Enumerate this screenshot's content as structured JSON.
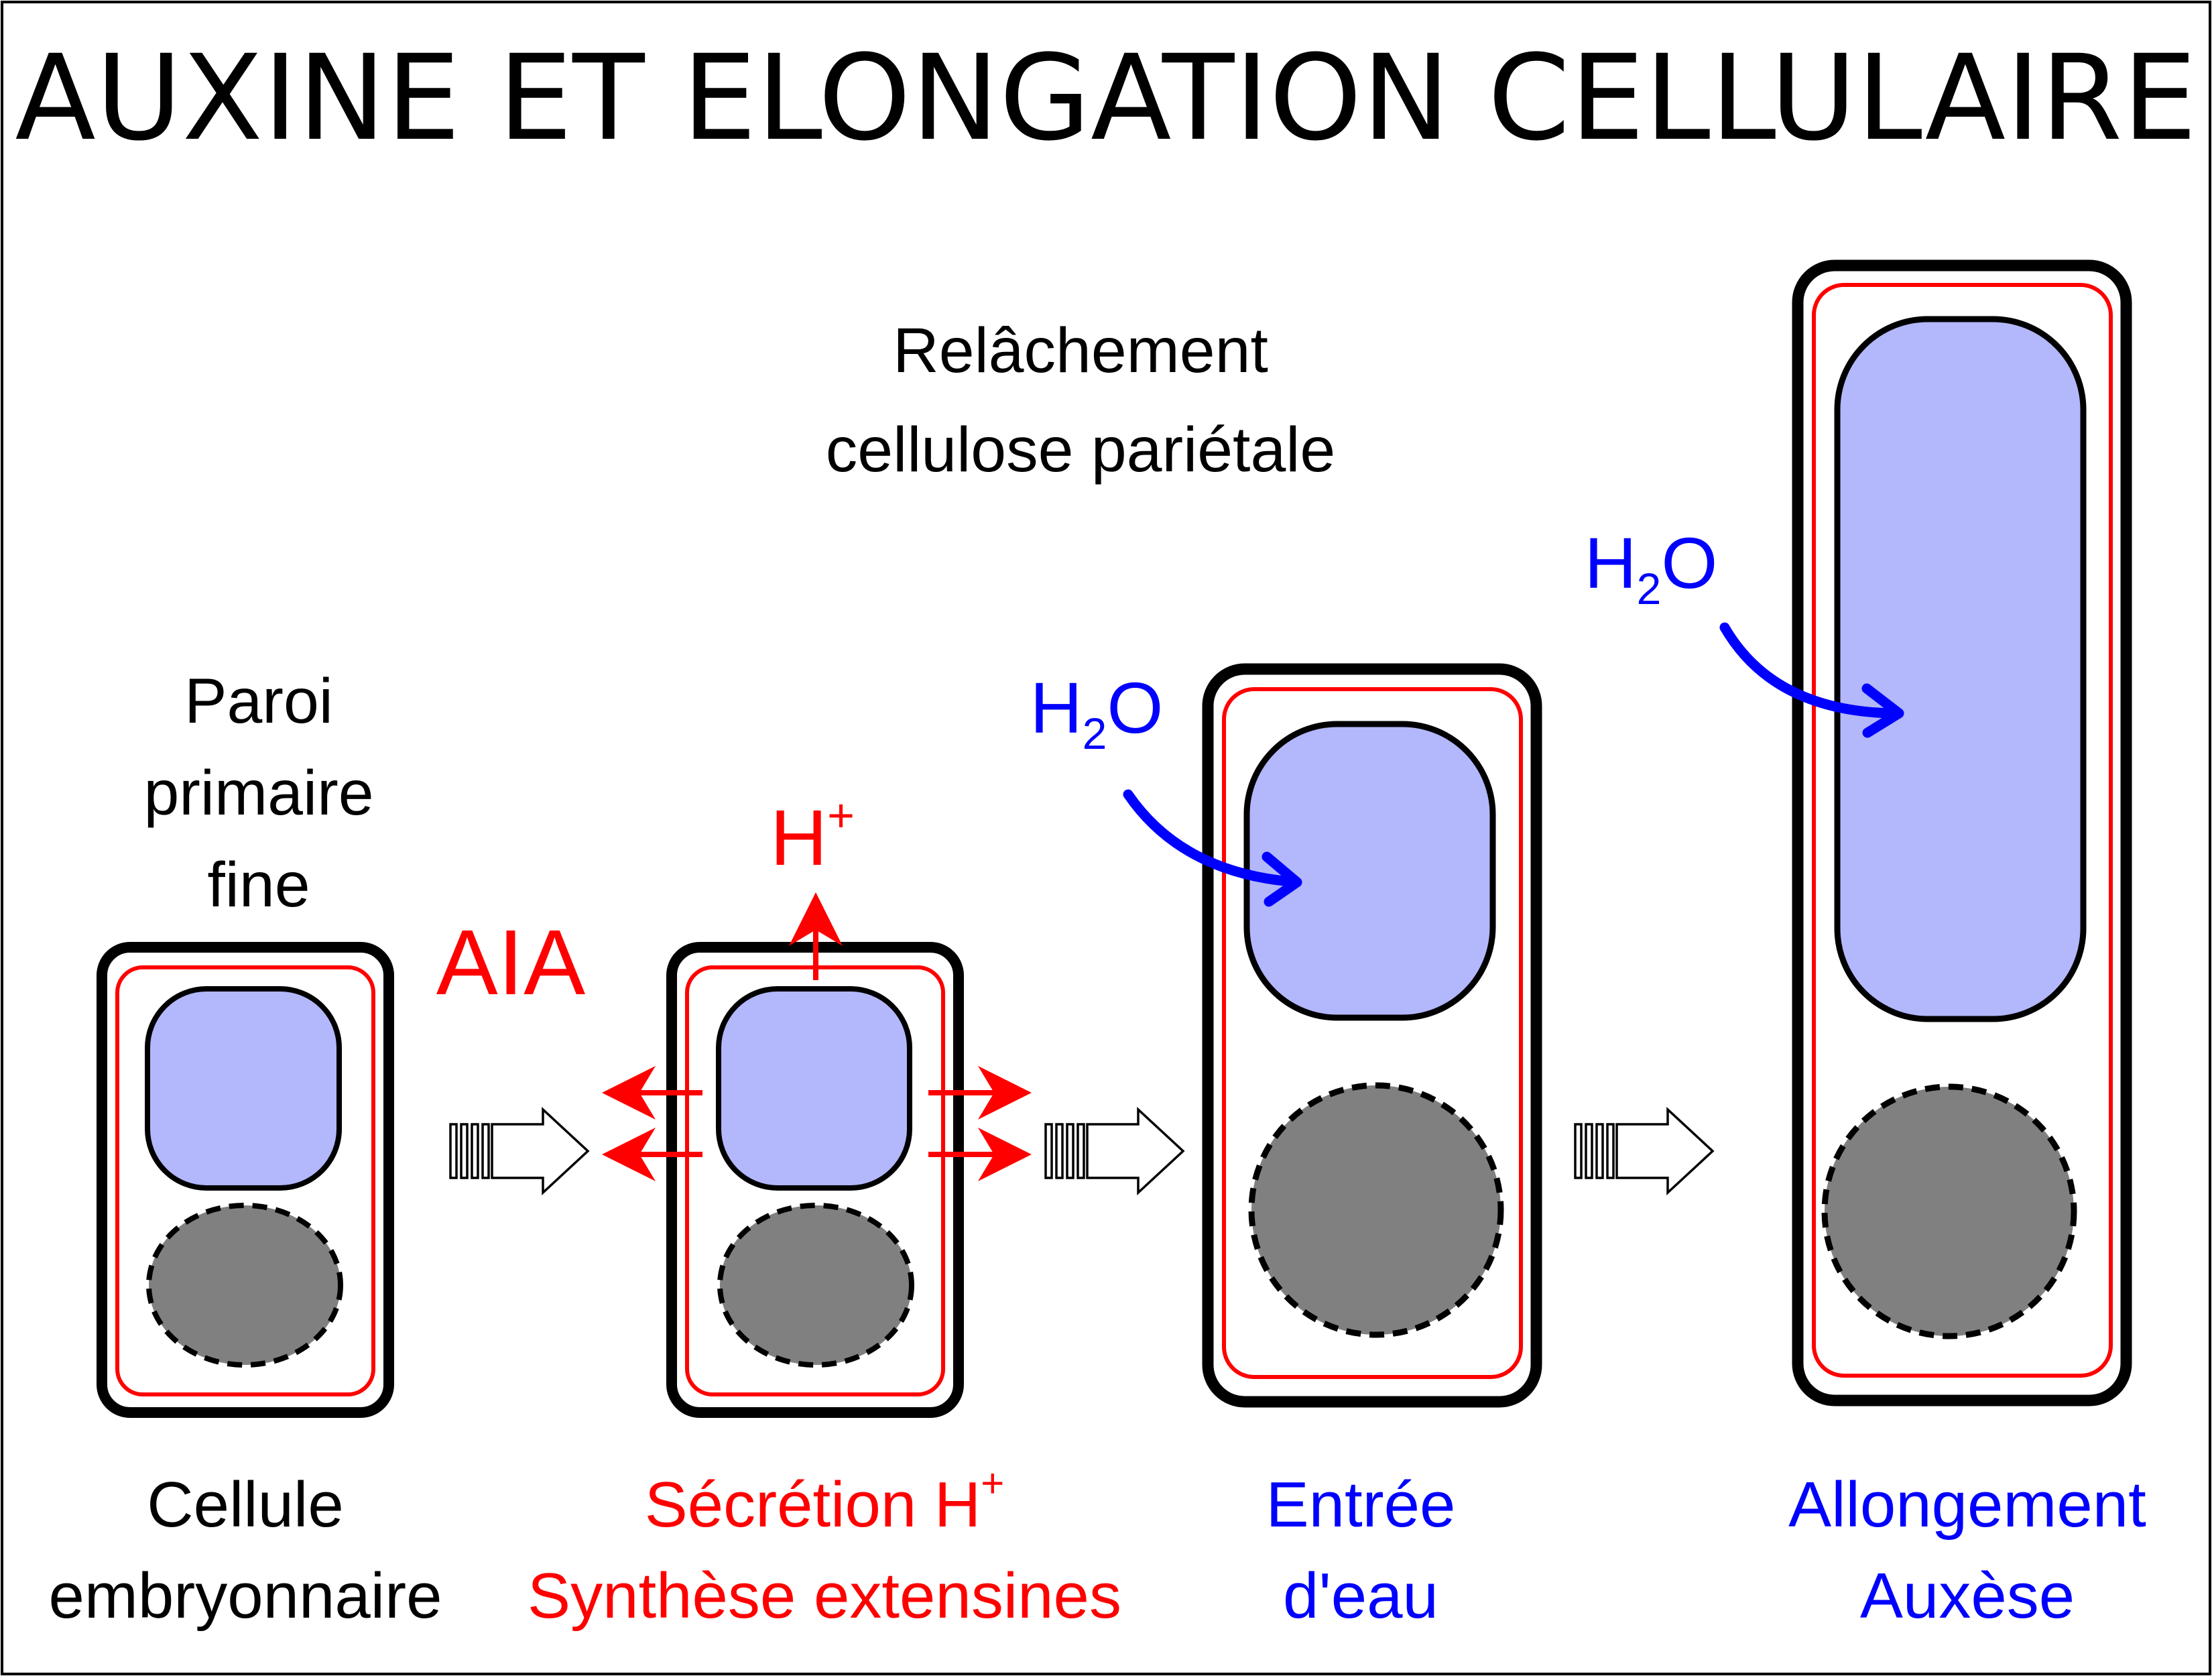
{
  "title": "AUXINE ET ELONGATION CELLULAIRE",
  "labels": {
    "paroi": [
      "Paroi",
      "primaire",
      "fine"
    ],
    "aia": "AIA",
    "relachement": [
      "Relâchement",
      "cellulose pariétale"
    ],
    "h_plus": {
      "base": "H",
      "sup": "+"
    },
    "h2o": {
      "base": "H",
      "sub": "2",
      "tail": "O"
    }
  },
  "steps": [
    {
      "lines": [
        {
          "text": "Cellule"
        },
        {
          "text": "embryonnaire"
        }
      ]
    },
    {
      "lines": [
        {
          "text": "Sécrétion H",
          "sup": "+"
        },
        {
          "text": "Synthèse extensines"
        }
      ]
    },
    {
      "lines": [
        {
          "text": "Entrée"
        },
        {
          "text": "d'eau"
        }
      ]
    },
    {
      "lines": [
        {
          "text": "Allongement"
        },
        {
          "text": "Auxèse"
        }
      ]
    }
  ],
  "colors": {
    "black": "#000000",
    "red": "#ff0000",
    "blue": "#0000ff",
    "vacuole": "#b3b7fb",
    "nucleus": "#808080",
    "background": "#ffffff"
  }
}
